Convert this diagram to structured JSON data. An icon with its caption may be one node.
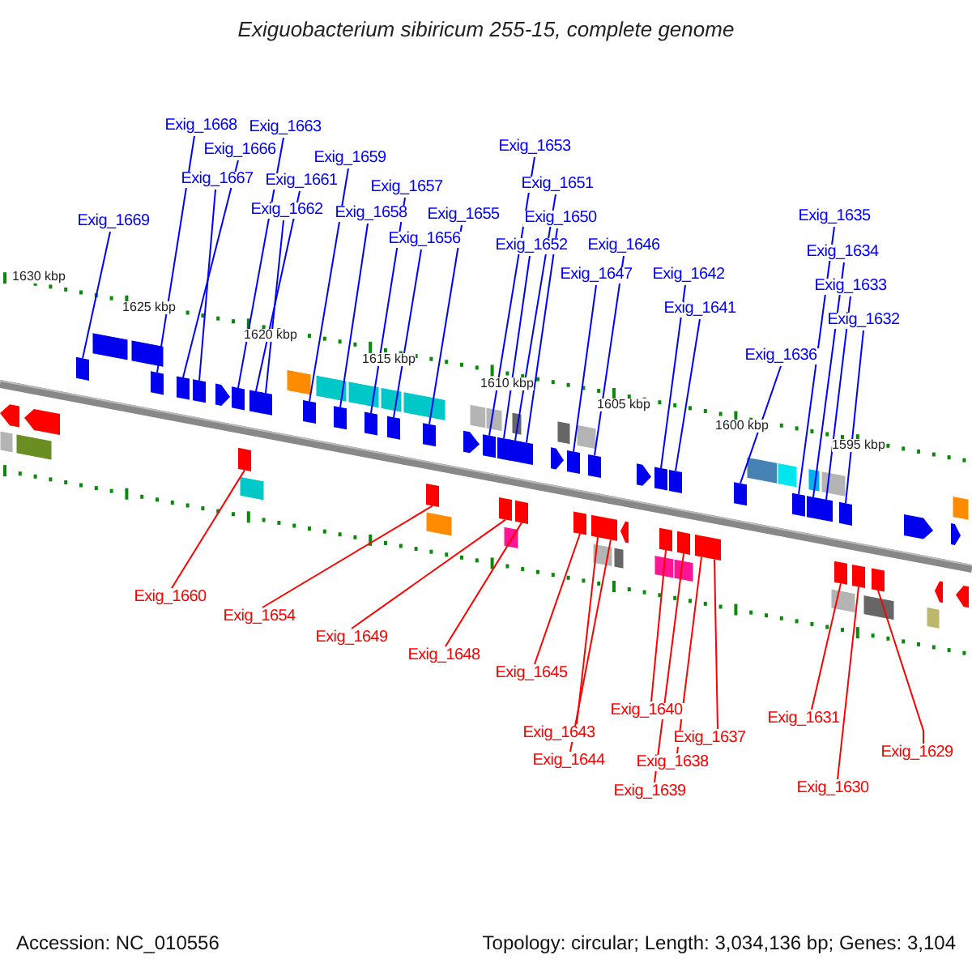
{
  "diagram": {
    "title": "Exiguobacterium sibiricum 255-15, complete genome",
    "nodes": [
      {
        "text": [
          "Exig_1668"
        ]
      },
      {
        "text": [
          "Exig_1663"
        ]
      },
      {
        "text": [
          "Exig_1666"
        ]
      },
      {
        "text": [
          "Exig_1659"
        ]
      },
      {
        "text": [
          "Exig_1667"
        ]
      },
      {
        "text": [
          "Exig_1661"
        ]
      },
      {
        "text": [
          "Exig_1657"
        ]
      },
      {
        "text": [
          "Exig_1662"
        ]
      },
      {
        "text": [
          "Exig_1658"
        ]
      },
      {
        "text": [
          "Exig_1655"
        ]
      },
      {
        "text": [
          "Exig_1669"
        ]
      },
      {
        "text": [
          "Exig_1656"
        ]
      },
      {
        "text": [
          "Exig_1653"
        ]
      },
      {
        "text": [
          "Exig_1651"
        ]
      },
      {
        "text": [
          "Exig_1650"
        ]
      },
      {
        "text": [
          "Exig_1652"
        ]
      },
      {
        "text": [
          "Exig_1646"
        ]
      },
      {
        "text": [
          "Exig_1647"
        ]
      },
      {
        "text": [
          "Exig_1642"
        ]
      },
      {
        "text": [
          "Exig_1641"
        ]
      },
      {
        "text": [
          "Exig_1635"
        ]
      },
      {
        "text": [
          "Exig_1634"
        ]
      },
      {
        "text": [
          "Exig_1633"
        ]
      },
      {
        "text": [
          "Exig_1632"
        ]
      },
      {
        "text": [
          "Exig_1636"
        ]
      },
      {
        "text": [
          "Exig_1660"
        ]
      },
      {
        "text": [
          "Exig_1654"
        ]
      },
      {
        "text": [
          "Exig_1649"
        ]
      },
      {
        "text": [
          "Exig_1648"
        ]
      },
      {
        "text": [
          "Exig_1645"
        ]
      },
      {
        "text": [
          "Exig_1640"
        ]
      },
      {
        "text": [
          "Exig_1631"
        ]
      },
      {
        "text": [
          "Exig_1643"
        ]
      },
      {
        "text": [
          "Exig_1637"
        ]
      },
      {
        "text": [
          "Exig_1629"
        ]
      },
      {
        "text": [
          "Exig_1644"
        ]
      },
      {
        "text": [
          "Exig_1638"
        ]
      },
      {
        "text": [
          "Exig_1630"
        ]
      },
      {
        "text": [
          "Exig_1639"
        ]
      },
      {
        "text": [],
        "shape": "box"
      },
      {
        "text": [],
        "shape": "box"
      },
      {
        "text": [],
        "shape": "box"
      },
      {
        "text": [],
        "shape": "box"
      },
      {
        "text": [],
        "shape": "box"
      },
      {
        "text": [],
        "shape": "box"
      },
      {
        "text": [],
        "shape": "box"
      },
      {
        "text": [],
        "shape": "box"
      },
      {
        "text": [],
        "shape": "box"
      },
      {
        "text": [],
        "shape": "box"
      },
      {
        "text": [],
        "shape": "box"
      },
      {
        "text": [],
        "shape": "box"
      },
      {
        "text": [],
        "shape": "box"
      },
      {
        "text": [],
        "shape": "box"
      },
      {
        "text": [],
        "shape": "box"
      },
      {
        "text": [],
        "shape": "box"
      },
      {
        "text": [],
        "shape": "box"
      },
      {
        "text": [],
        "shape": "box"
      },
      {
        "text": [],
        "shape": "box"
      },
      {
        "text": [],
        "shape": "box"
      },
      {
        "text": [],
        "shape": "box"
      },
      {
        "text": [],
        "shape": "box"
      },
      {
        "text": [],
        "shape": "box"
      },
      {
        "text": [],
        "shape": "box"
      },
      {
        "text": [],
        "shape": "box"
      },
      {
        "text": [],
        "shape": "box"
      },
      {
        "text": [],
        "shape": "box"
      },
      {
        "text": [],
        "shape": "box"
      },
      {
        "text": [],
        "shape": "box"
      },
      {
        "text": [],
        "shape": "box"
      },
      {
        "text": [],
        "shape": "box"
      },
      {
        "text": [],
        "shape": "box"
      },
      {
        "text": [],
        "shape": "box"
      },
      {
        "text": [],
        "shape": "box"
      },
      {
        "text": [],
        "shape": "box"
      },
      {
        "text": [],
        "shape": "box"
      },
      {
        "text": [],
        "shape": "box"
      },
      {
        "text": [],
        "shape": "box"
      },
      {
        "text": [],
        "shape": "box"
      }
    ],
    "edges": [
      {
        "from": 0,
        "to": 40,
        "arrow": "none"
      },
      {
        "from": 1,
        "to": 43,
        "arrow": "none"
      },
      {
        "from": 2,
        "to": 41,
        "arrow": "none"
      },
      {
        "from": 3,
        "to": 46,
        "arrow": "none"
      },
      {
        "from": 4,
        "to": 42,
        "arrow": "none"
      },
      {
        "from": 5,
        "to": 44,
        "arrow": "none"
      },
      {
        "from": 6,
        "to": 48,
        "arrow": "none"
      },
      {
        "from": 7,
        "to": 45,
        "arrow": "none"
      },
      {
        "from": 8,
        "to": 47,
        "arrow": "none"
      },
      {
        "from": 9,
        "to": 50,
        "arrow": "none"
      },
      {
        "from": 10,
        "to": 39,
        "arrow": "none"
      },
      {
        "from": 11,
        "to": 49,
        "arrow": "none"
      },
      {
        "from": 12,
        "to": 51,
        "arrow": "none"
      },
      {
        "from": 13,
        "to": 53,
        "arrow": "none"
      },
      {
        "from": 14,
        "to": 54,
        "arrow": "none"
      },
      {
        "from": 15,
        "to": 52,
        "arrow": "none"
      },
      {
        "from": 16,
        "to": 56,
        "arrow": "none"
      },
      {
        "from": 17,
        "to": 55,
        "arrow": "none"
      },
      {
        "from": 18,
        "to": 57,
        "arrow": "none"
      },
      {
        "from": 19,
        "to": 58,
        "arrow": "none"
      },
      {
        "from": 20,
        "to": 60,
        "arrow": "none"
      },
      {
        "from": 21,
        "to": 61,
        "arrow": "none"
      },
      {
        "from": 22,
        "to": 62,
        "arrow": "none"
      },
      {
        "from": 23,
        "to": 63,
        "arrow": "none"
      },
      {
        "from": 24,
        "to": 59,
        "arrow": "none"
      },
      {
        "from": 25,
        "to": 64,
        "arrow": "none",
        "color": "#ff0000"
      },
      {
        "from": 26,
        "to": 65,
        "arrow": "none",
        "color": "#ff0000"
      },
      {
        "from": 27,
        "to": 66,
        "arrow": "none",
        "color": "#ff0000"
      },
      {
        "from": 28,
        "to": 67,
        "arrow": "none",
        "color": "#ff0000"
      },
      {
        "from": 29,
        "to": 68,
        "arrow": "none",
        "color": "#ff0000"
      },
      {
        "from": 30,
        "to": 71,
        "arrow": "none",
        "color": "#ff0000"
      },
      {
        "from": 31,
        "to": 75,
        "arrow": "none",
        "color": "#ff0000"
      },
      {
        "from": 32,
        "to": 69,
        "arrow": "none",
        "color": "#ff0000"
      },
      {
        "from": 33,
        "to": 74,
        "arrow": "none",
        "color": "#ff0000"
      },
      {
        "from": 34,
        "to": 77,
        "arrow": "none",
        "color": "#ff0000"
      },
      {
        "from": 35,
        "to": 70,
        "arrow": "none",
        "color": "#ff0000"
      },
      {
        "from": 36,
        "to": 73,
        "arrow": "none",
        "color": "#ff0000"
      },
      {
        "from": 37,
        "to": 76,
        "arrow": "none",
        "color": "#ff0000"
      },
      {
        "from": 38,
        "to": 72,
        "arrow": "none",
        "color": "#ff0000"
      }
    ],
    "labels": [
      "1630 kbp",
      "1625 kbp",
      "1620 kbp",
      "1615 kbp",
      "1610 kbp",
      "1605 kbp",
      "1600 kbp",
      "1595 kbp",
      "Accession: NC_010556",
      "Topology: circular; Length: 3,034,136 bp; Genes: 3,104"
    ]
  }
}
